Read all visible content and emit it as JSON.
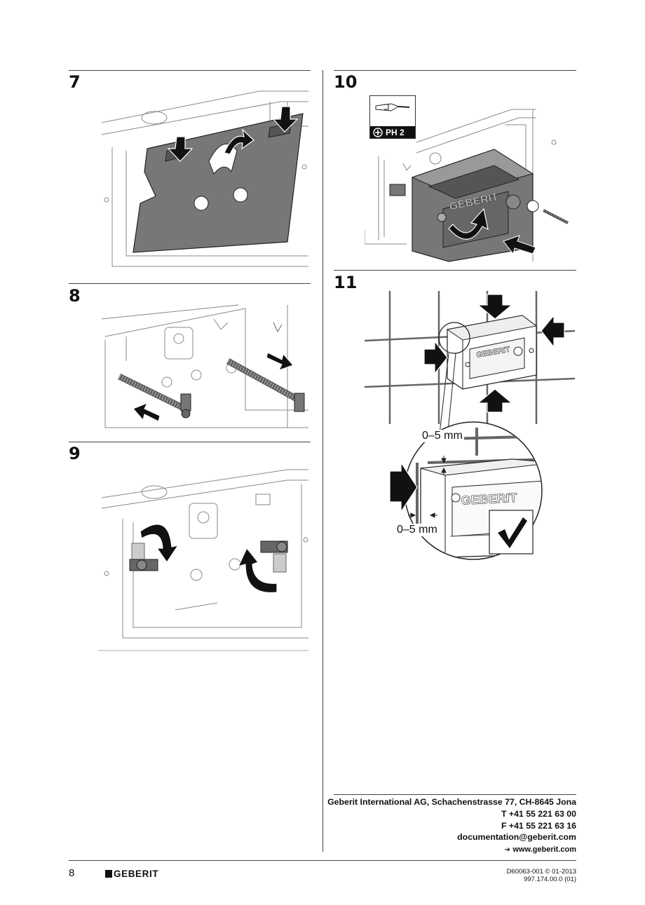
{
  "steps": {
    "s7": "7",
    "s8": "8",
    "s9": "9",
    "s10": "10",
    "s11": "11"
  },
  "tool": {
    "label": "PH 2"
  },
  "logo_text": "GEBERIT",
  "dimensions": {
    "top_gap": "0–5 mm",
    "side_gap": "0–5 mm"
  },
  "contact": {
    "company": "Geberit International AG, Schachenstrasse 77, CH-8645 Jona",
    "phone": "T +41 55 221 63 00",
    "fax": "F +41 55 221 63 16",
    "email": "documentation@geberit.com",
    "web_arrow": "➔",
    "web": "www.geberit.com"
  },
  "footer": {
    "page_number": "8",
    "brand": "GEBERIT",
    "doc_id": "D60063-001 © 01-2013",
    "doc_number": "997.174.00.0 (01)"
  }
}
